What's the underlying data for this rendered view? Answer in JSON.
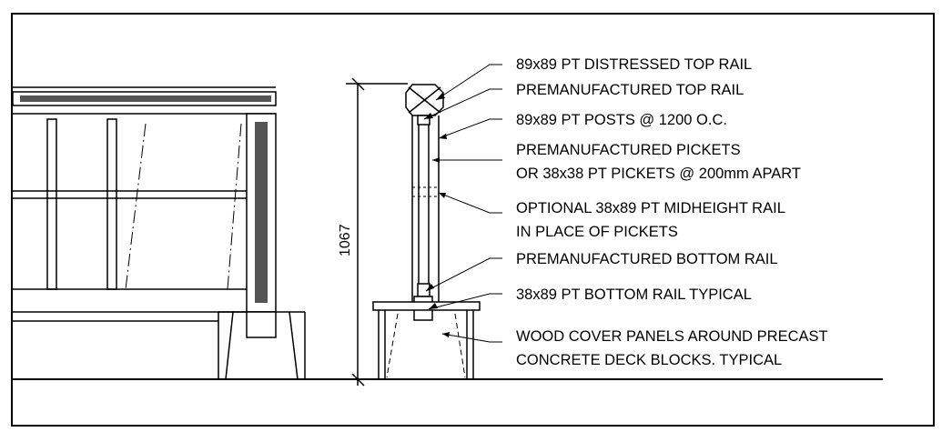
{
  "drawing": {
    "dimension": "1067",
    "callouts": [
      {
        "lines": [
          "89x89 PT DISTRESSED TOP RAIL"
        ]
      },
      {
        "lines": [
          "PREMANUFACTURED TOP RAIL"
        ]
      },
      {
        "lines": [
          "89x89 PT POSTS @ 1200 O.C."
        ]
      },
      {
        "lines": [
          "PREMANUFACTURED PICKETS",
          "OR 38x38 PT PICKETS @ 200mm APART"
        ]
      },
      {
        "lines": [
          "OPTIONAL 38x89 PT MIDHEIGHT RAIL",
          "IN PLACE OF PICKETS"
        ]
      },
      {
        "lines": [
          "PREMANUFACTURED BOTTOM RAIL"
        ]
      },
      {
        "lines": [
          "38x89 PT BOTTOM RAIL TYPICAL"
        ]
      },
      {
        "lines": [
          "WOOD COVER PANELS AROUND PRECAST",
          "CONCRETE DECK BLOCKS. TYPICAL"
        ]
      }
    ]
  }
}
